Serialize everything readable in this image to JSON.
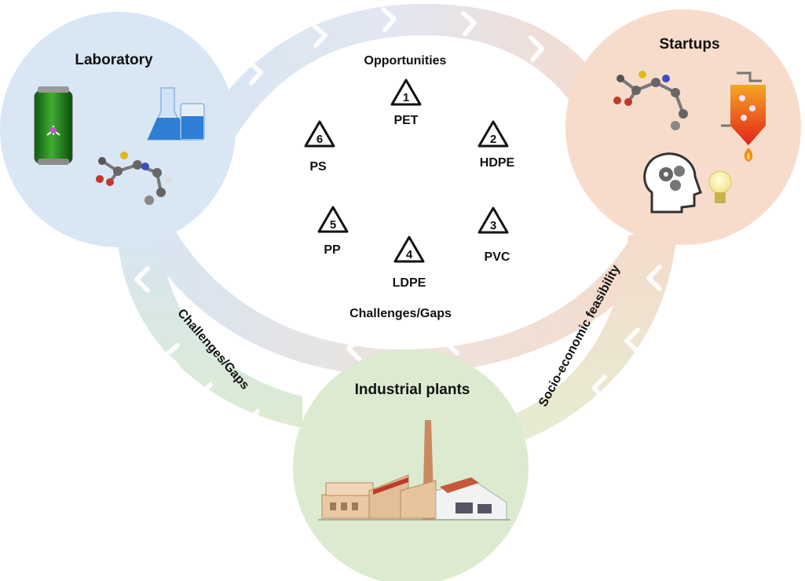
{
  "nodes": {
    "laboratory": {
      "title": "Laboratory",
      "color": "#d9e6f4"
    },
    "startups": {
      "title": "Startups",
      "color": "#f8dccb"
    },
    "industrial": {
      "title": "Industrial plants",
      "color": "#dcebd0"
    }
  },
  "arcs": {
    "top_center": "Opportunities",
    "bottom_center": "Challenges/Gaps",
    "left_outer": "Challenges/Gaps",
    "right_outer": "Socio-economic  feasibility"
  },
  "plastics": [
    {
      "code": "1",
      "label": "PET"
    },
    {
      "code": "2",
      "label": "HDPE"
    },
    {
      "code": "3",
      "label": "PVC"
    },
    {
      "code": "4",
      "label": "LDPE"
    },
    {
      "code": "5",
      "label": "PP"
    },
    {
      "code": "6",
      "label": "PS"
    }
  ],
  "icons": {
    "laboratory": [
      "battery-icon",
      "flask-icon",
      "beaker-icon",
      "molecule-icon"
    ],
    "startups": [
      "molecule-icon",
      "reactor-icon",
      "flame-icon",
      "head-gears-icon",
      "lightbulb-icon"
    ],
    "industrial": [
      "factory-icon"
    ]
  }
}
